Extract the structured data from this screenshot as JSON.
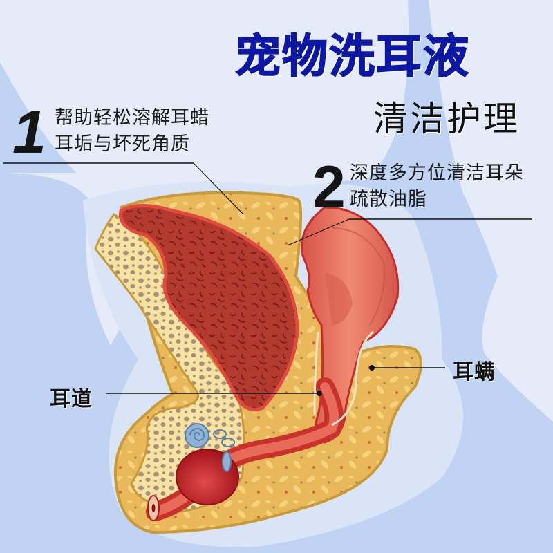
{
  "header": {
    "title": "宠物洗耳液",
    "subtitle": "清洁护理"
  },
  "points": [
    {
      "number": "1",
      "lines": [
        "帮助轻松溶解耳蜡",
        "耳垢与坏死角质"
      ]
    },
    {
      "number": "2",
      "lines": [
        "深度多方位清洁耳朵",
        "疏散油脂"
      ]
    }
  ],
  "callouts": {
    "ear_canal": "耳道",
    "ear_mite": "耳螨"
  },
  "colors": {
    "title_blue": "#0c18a4",
    "background": "#e5ebf8",
    "silhouette": "#c0d3f2",
    "tissue": "#e8b85a",
    "bone": "#f6e3a2",
    "blood_red": "#b0332b",
    "canal_pink": "#e8705e",
    "cochlea_blue": "#8fb3d6"
  }
}
